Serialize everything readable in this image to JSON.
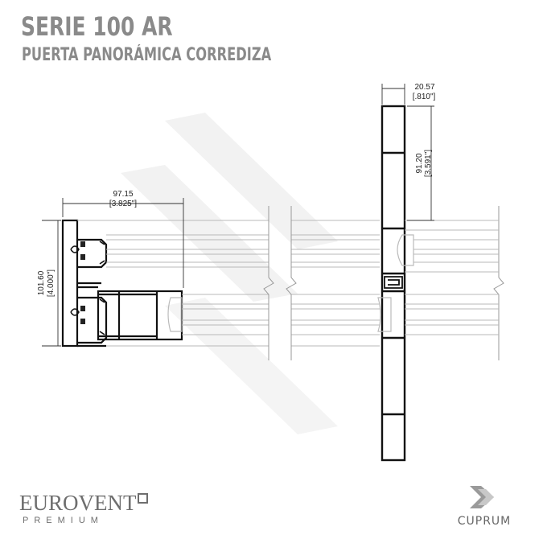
{
  "header": {
    "title": "SERIE 100 AR",
    "subtitle": "PUERTA PANORÁMICA CORREDIZA"
  },
  "dimensions": {
    "width_left": {
      "mm": "97.15",
      "inch": "[3.825\"]"
    },
    "height_left": {
      "mm": "101.60",
      "inch": "[4.000\"]"
    },
    "width_right": {
      "mm": "20.57",
      "inch": "[.810\"]"
    },
    "height_right": {
      "mm": "91.20",
      "inch": "[3.591\"]"
    }
  },
  "brands": {
    "left_name": "EUROVENT",
    "left_tagline": "PREMIUM",
    "right_name": "CUPRUM"
  },
  "colors": {
    "title_gray": "#8a8a8a",
    "line": "#111111",
    "glass": "#bbbbbb",
    "watermark": "#f1f1f1"
  }
}
